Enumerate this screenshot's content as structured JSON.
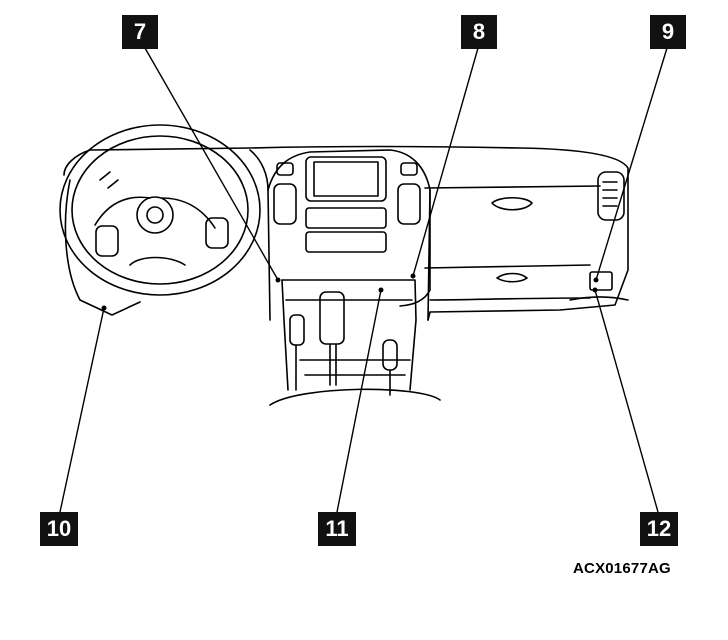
{
  "callouts": {
    "c7": "7",
    "c8": "8",
    "c9": "9",
    "c10": "10",
    "c11": "11",
    "c12": "12"
  },
  "figure_code": "ACX01677AG"
}
